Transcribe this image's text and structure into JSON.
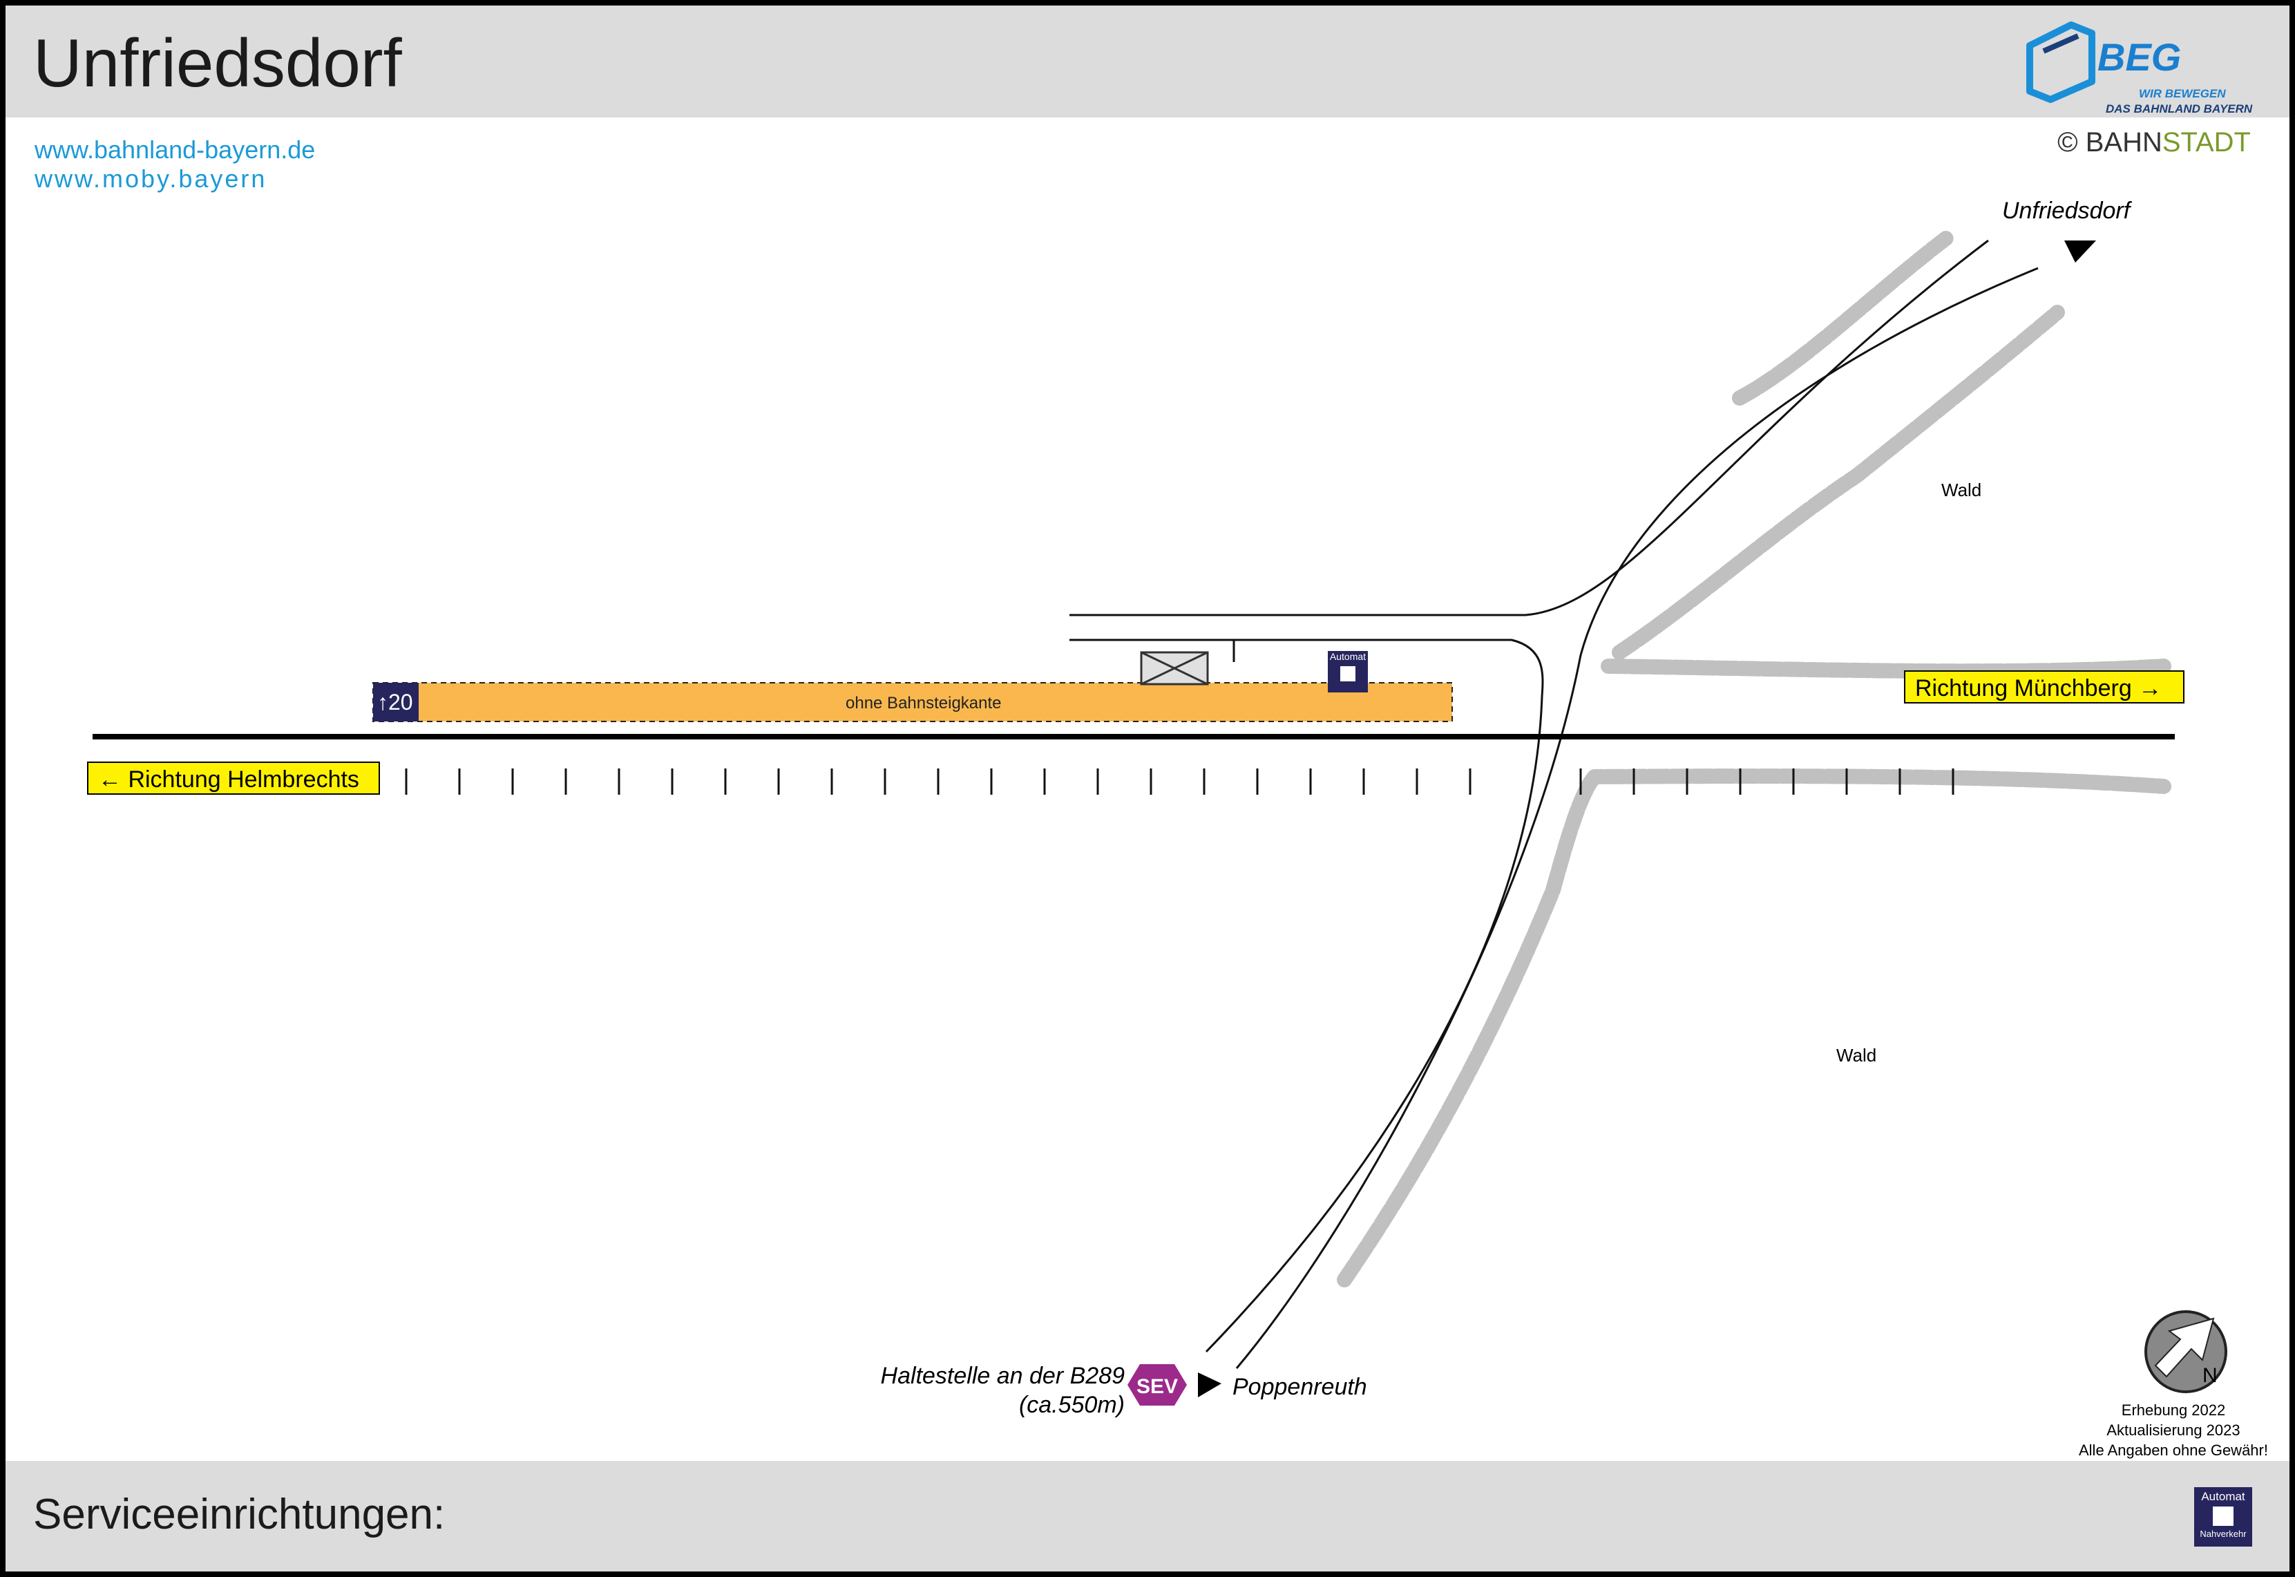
{
  "header": {
    "title": "Unfriedsdorf"
  },
  "links": {
    "bahnland": "www.bahnland-bayern.de",
    "moby": "www.moby.bayern"
  },
  "logo": {
    "name": "BEG",
    "tagline1": "WIR BEWEGEN",
    "tagline2": "DAS BAHNLAND BAYERN"
  },
  "copyright": {
    "symbol": "©",
    "bahn": "BAHN",
    "stadt": "STADT"
  },
  "map": {
    "direction_left": "Richtung Helmbrechts",
    "direction_right": "Richtung Münchberg",
    "road_north": "Unfriedsdorf",
    "road_south": "Poppenreuth",
    "bus_stop": {
      "line1": "Haltestelle an der B289",
      "line2": "(ca.550m)",
      "badge": "SEV"
    },
    "forest_labels": [
      "Wald",
      "Wald"
    ],
    "platform": {
      "label": "ohne Bahnsteigkante",
      "height_marker": "20"
    },
    "ticket_machine_label": "Automat"
  },
  "survey": {
    "line1": "Erhebung 2022",
    "line2": "Aktualisierung 2023",
    "line3": "Alle Angaben ohne Gewähr!"
  },
  "north_arrow": {
    "letter": "N"
  },
  "footer": {
    "title": "Serviceeinrichtungen:",
    "icon_label_top": "Automat",
    "icon_label_bottom": "Nahverkehr"
  },
  "colors": {
    "platform": "#f9b74e",
    "direction_box": "#fff200",
    "sev_badge": "#9b2a8b",
    "service_icon": "#27255e",
    "forest": "#c0c0c0",
    "link": "#1a9ad6"
  }
}
